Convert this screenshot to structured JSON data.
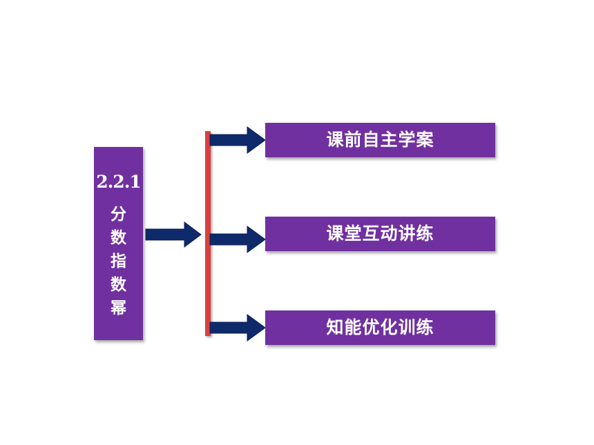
{
  "title": {
    "number": "2.2.1",
    "chars": [
      "分",
      "数",
      "指",
      "数",
      "幂"
    ]
  },
  "items": [
    {
      "label": "课前自主学案"
    },
    {
      "label": "课堂互动讲练"
    },
    {
      "label": "知能优化训练"
    }
  ],
  "colors": {
    "box": "#7030a0",
    "arrow": "#0f2a6b",
    "bar": "#d9403f",
    "text": "#ffffff"
  }
}
